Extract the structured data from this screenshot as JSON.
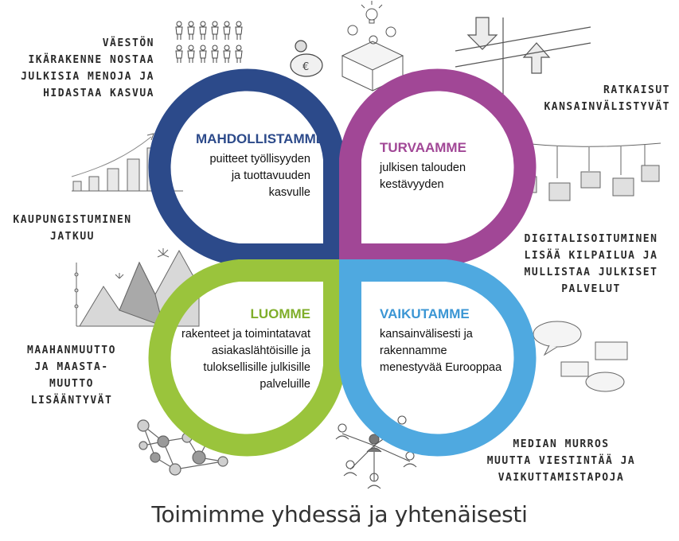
{
  "slogan": "Toimimme yhdessä ja yhtenäisesti",
  "petals": {
    "top_left": {
      "title": "MAHDOLLISTAMME",
      "lines": [
        "puitteet työllisyyden",
        "ja tuottavuuden",
        "kasvulle"
      ],
      "color": "#2c4a8a"
    },
    "top_right": {
      "title": "TURVAAMME",
      "lines": [
        "julkisen talouden",
        "kestävyyden"
      ],
      "color": "#a14796"
    },
    "bottom_left": {
      "title": "LUOMME",
      "lines": [
        "rakenteet ja toimintatavat",
        "asiakaslähtöisille ja",
        "tuloksellisille julkisille",
        "palveluille"
      ],
      "color": "#9ac43c"
    },
    "bottom_right": {
      "title": "VAIKUTAMME",
      "lines": [
        "kansainvälisesti ja",
        "rakennamme",
        "menestyvää Eurooppaa"
      ],
      "color": "#4fa9e0"
    }
  },
  "trends": {
    "t1": [
      "VÄESTÖN",
      "IKÄRAKENNE NOSTAA",
      "JULKISIA MENOJA JA",
      "HIDASTAA KASVUA"
    ],
    "t2": [
      "KAUPUNGISTUMINEN",
      "JATKUU"
    ],
    "t3": [
      "MAAHANMUUTTO",
      "JA MAASTA-",
      "MUUTTO",
      "LISÄÄNTYVÄT"
    ],
    "t4": [
      "RATKAISUT",
      "KANSAINVÄLISTYVÄT"
    ],
    "t5": [
      "DIGITALISOITUMINEN",
      "LISÄÄ KILPAILUA JA",
      "MULLISTAA JULKISET",
      "PALVELUT"
    ],
    "t6": [
      "MEDIAN MURROS",
      "MUUTTA VIESTINTÄÄ JA",
      "VAIKUTTAMISTAPOJA"
    ]
  },
  "icons": [
    "people-icon",
    "piggy-bank-icon",
    "lightbulb-box-icon",
    "arrows-icon",
    "bar-chart-icon",
    "mountains-icon",
    "network-icon",
    "bridge-houses-icon",
    "speech-bubbles-icon",
    "people-network-icon"
  ]
}
